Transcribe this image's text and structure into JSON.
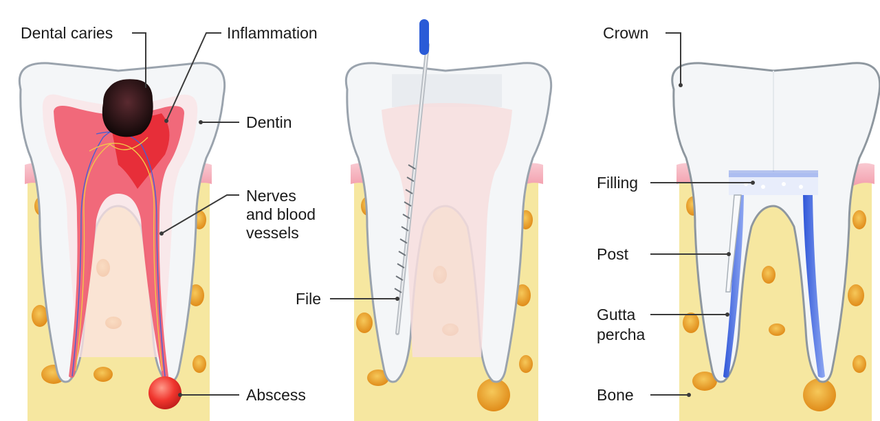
{
  "labels": {
    "dental_caries": "Dental caries",
    "inflammation": "Inflammation",
    "dentin": "Dentin",
    "nerves_1": "Nerves",
    "nerves_2": "and blood",
    "nerves_3": "vessels",
    "abscess": "Abscess",
    "file": "File",
    "crown": "Crown",
    "filling": "Filling",
    "post": "Post",
    "gutta_1": "Gutta",
    "gutta_2": "percha",
    "bone": "Bone"
  },
  "colors": {
    "bone": "#f6e7a0",
    "bone_pit": "#f0a830",
    "gum": "#f7b9c3",
    "enamel": "#f4f6f8",
    "dentin": "#ffffff",
    "outline": "#9aa3ad",
    "pulp_inflamed": "#ef5b6e",
    "pulp_cleaned": "#f7dede",
    "caries": "#2a1416",
    "abscess": "#f0362e",
    "file_handle": "#2a5bd7",
    "gutta_percha": "#3b63e0"
  }
}
